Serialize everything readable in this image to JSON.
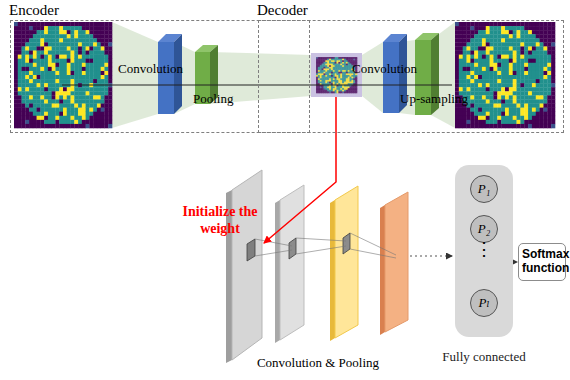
{
  "diagram": {
    "nodes": [
      {
        "text": [
          "Encoder"
        ]
      },
      {
        "text": [
          "Decoder"
        ]
      },
      {
        "text": [
          "Fully connected"
        ]
      },
      {
        "text": [
          "P₁"
        ],
        "in": 2
      },
      {
        "text": [
          "P₂"
        ],
        "in": 2
      },
      {
        "text": [
          "Pₗ"
        ],
        "in": 2
      },
      {
        "text": [
          "Softmax function"
        ]
      }
    ],
    "edges": [
      {
        "from": 2,
        "to": 6,
        "arrow": "to"
      }
    ],
    "labels": [
      "Convolution",
      "Pooling",
      "Convolution",
      "Up-sampling",
      "Initialize the weight",
      "Convolution & Pooling",
      "⋮"
    ]
  }
}
